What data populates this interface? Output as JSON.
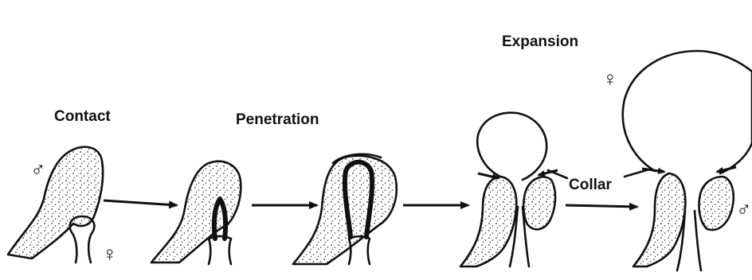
{
  "stages": [
    {
      "label": "Contact"
    },
    {
      "label": "Penetration"
    },
    {
      "label": "Expansion"
    }
  ],
  "callouts": {
    "collar": "Collar"
  },
  "symbols": {
    "male": "♂",
    "female": "♀"
  }
}
